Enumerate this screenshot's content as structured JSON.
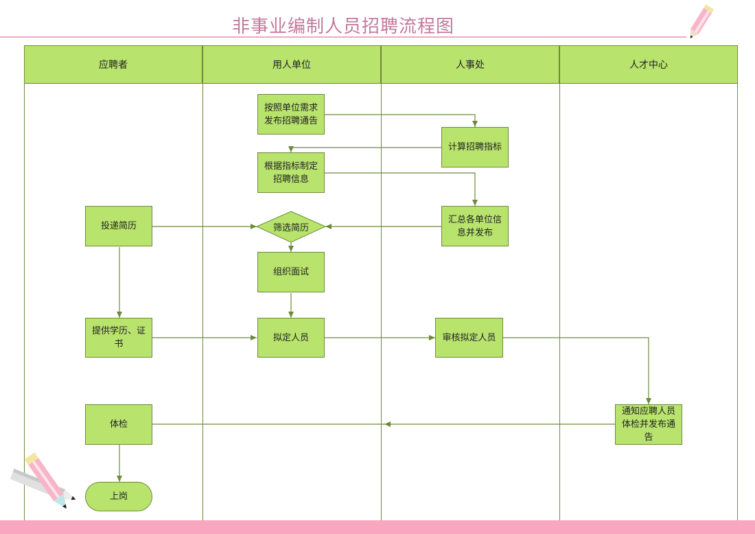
{
  "title": "非事业编制人员招聘流程图",
  "lanes": {
    "applicant": "应聘者",
    "employer": "用人单位",
    "hr": "人事处",
    "talent_center": "人才中心"
  },
  "nodes": {
    "publish_notice": "按照单位需求发布招聘通告",
    "calc_quota": "计算招聘指标",
    "make_info": "根据指标制定招聘信息",
    "summarize": "汇总各单位信息并发布",
    "submit_resume": "投递简历",
    "screen_resume": "筛选简历",
    "organize_interview": "组织面试",
    "provide_docs": "提供学历、证书",
    "propose_staff": "拟定人员",
    "review_staff": "审核拟定人员",
    "notify_exam": "通知应聘人员体检并发布通告",
    "physical_exam": "体检",
    "onboard": "上岗"
  },
  "colors": {
    "node_fill": "#b8e36c",
    "stroke": "#6d8a3a",
    "title": "#c27a9a",
    "accent_pink": "#f9a7c1"
  },
  "icons": [
    "pencil-icon"
  ]
}
